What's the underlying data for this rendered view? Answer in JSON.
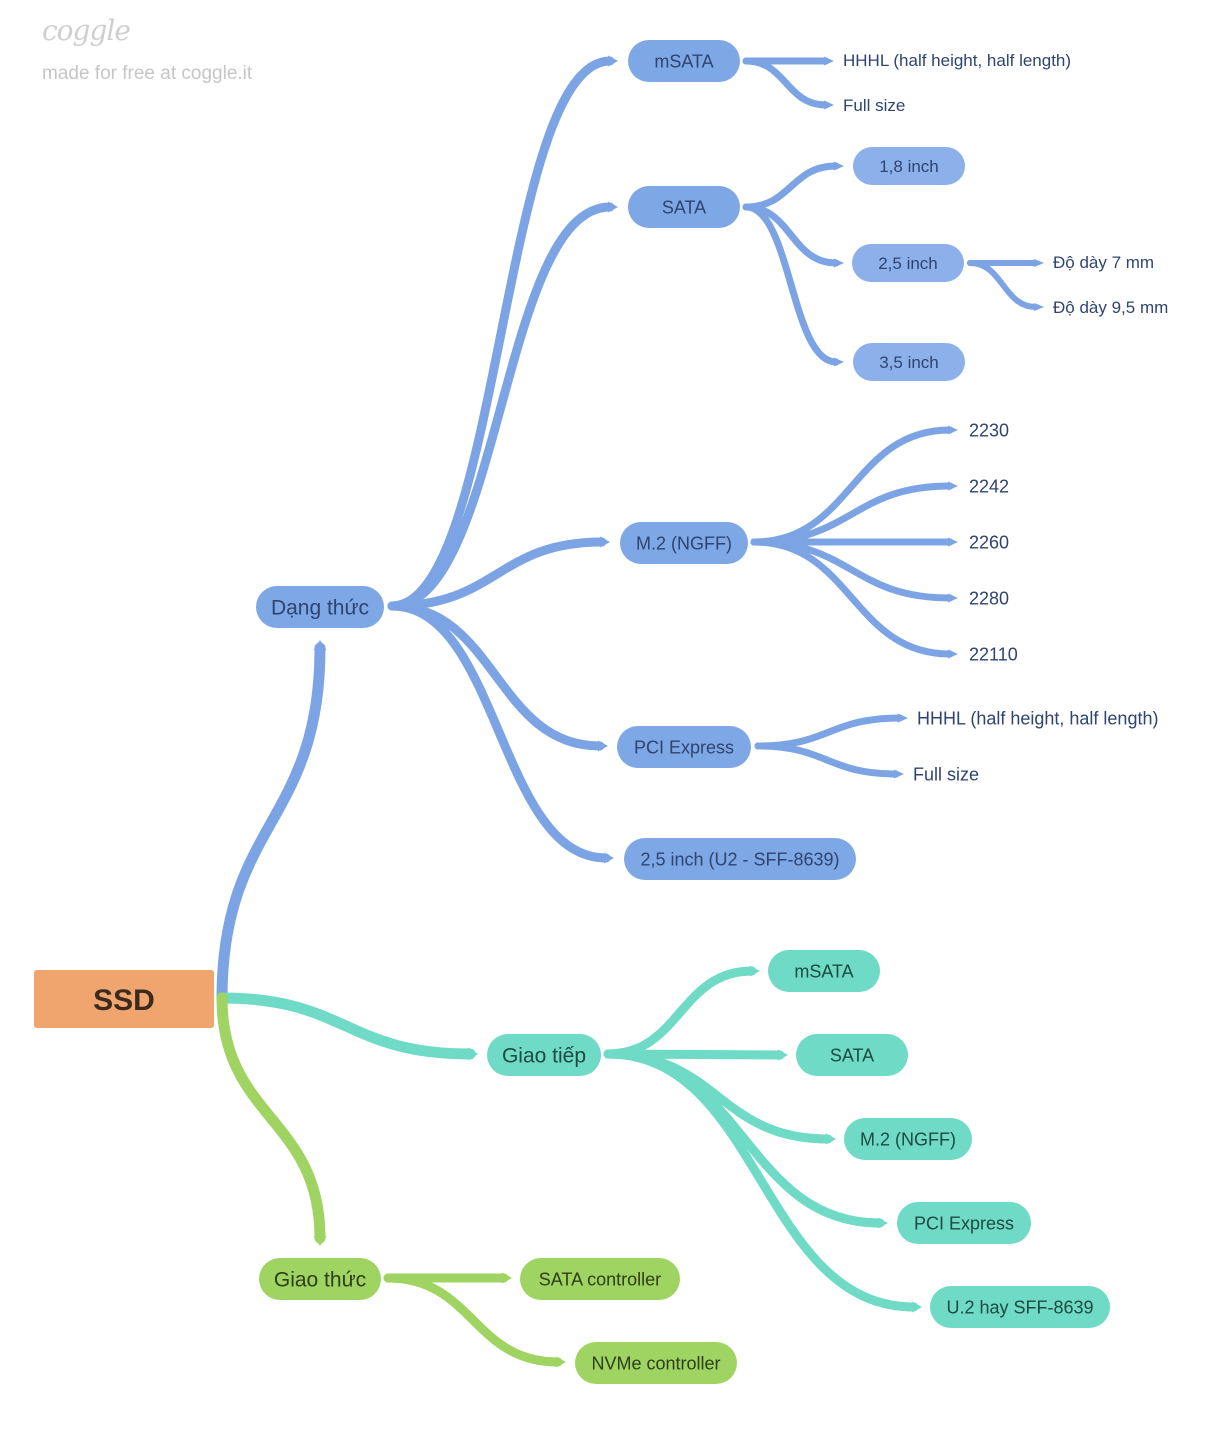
{
  "brand": {
    "logo": "coggle",
    "tagline": "made for free at coggle.it"
  },
  "colors": {
    "root_fill": "#f0a56e",
    "root_text": "#3b2a1e",
    "blue_branch": "#7ca4e4",
    "blue_pill": "#7ea7e6",
    "blue_pill_light": "#8cb0ea",
    "blue_text": "#2f4470",
    "teal_branch": "#6fdac5",
    "teal_pill": "#6fdac5",
    "teal_text": "#1e4a43",
    "green_branch": "#9fd462",
    "green_pill": "#9fd462",
    "green_text": "#2c3f16"
  },
  "mindmap": {
    "root": {
      "label": "SSD"
    },
    "dang_thuc": {
      "label": "Dạng thức",
      "msata": {
        "label": "mSATA",
        "children": [
          "HHHL (half height, half length)",
          "Full size"
        ]
      },
      "sata": {
        "label": "SATA",
        "s18": "1,8 inch",
        "s25": {
          "label": "2,5 inch",
          "children": [
            "Độ dày 7 mm",
            "Độ dày 9,5 mm"
          ]
        },
        "s35": "3,5 inch"
      },
      "m2": {
        "label": "M.2 (NGFF)",
        "children": [
          "2230",
          "2242",
          "2260",
          "2280",
          "22110"
        ]
      },
      "pcie": {
        "label": "PCI Express",
        "children": [
          "HHHL (half height, half length)",
          "Full size"
        ]
      },
      "u2": {
        "label": "2,5 inch (U2 - SFF-8639)"
      }
    },
    "giao_tiep": {
      "label": "Giao tiếp",
      "children": [
        "mSATA",
        "SATA",
        "M.2 (NGFF)",
        "PCI Express",
        "U.2 hay SFF-8639"
      ]
    },
    "giao_thuc": {
      "label": "Giao thức",
      "children": [
        "SATA controller",
        "NVMe controller"
      ]
    }
  }
}
